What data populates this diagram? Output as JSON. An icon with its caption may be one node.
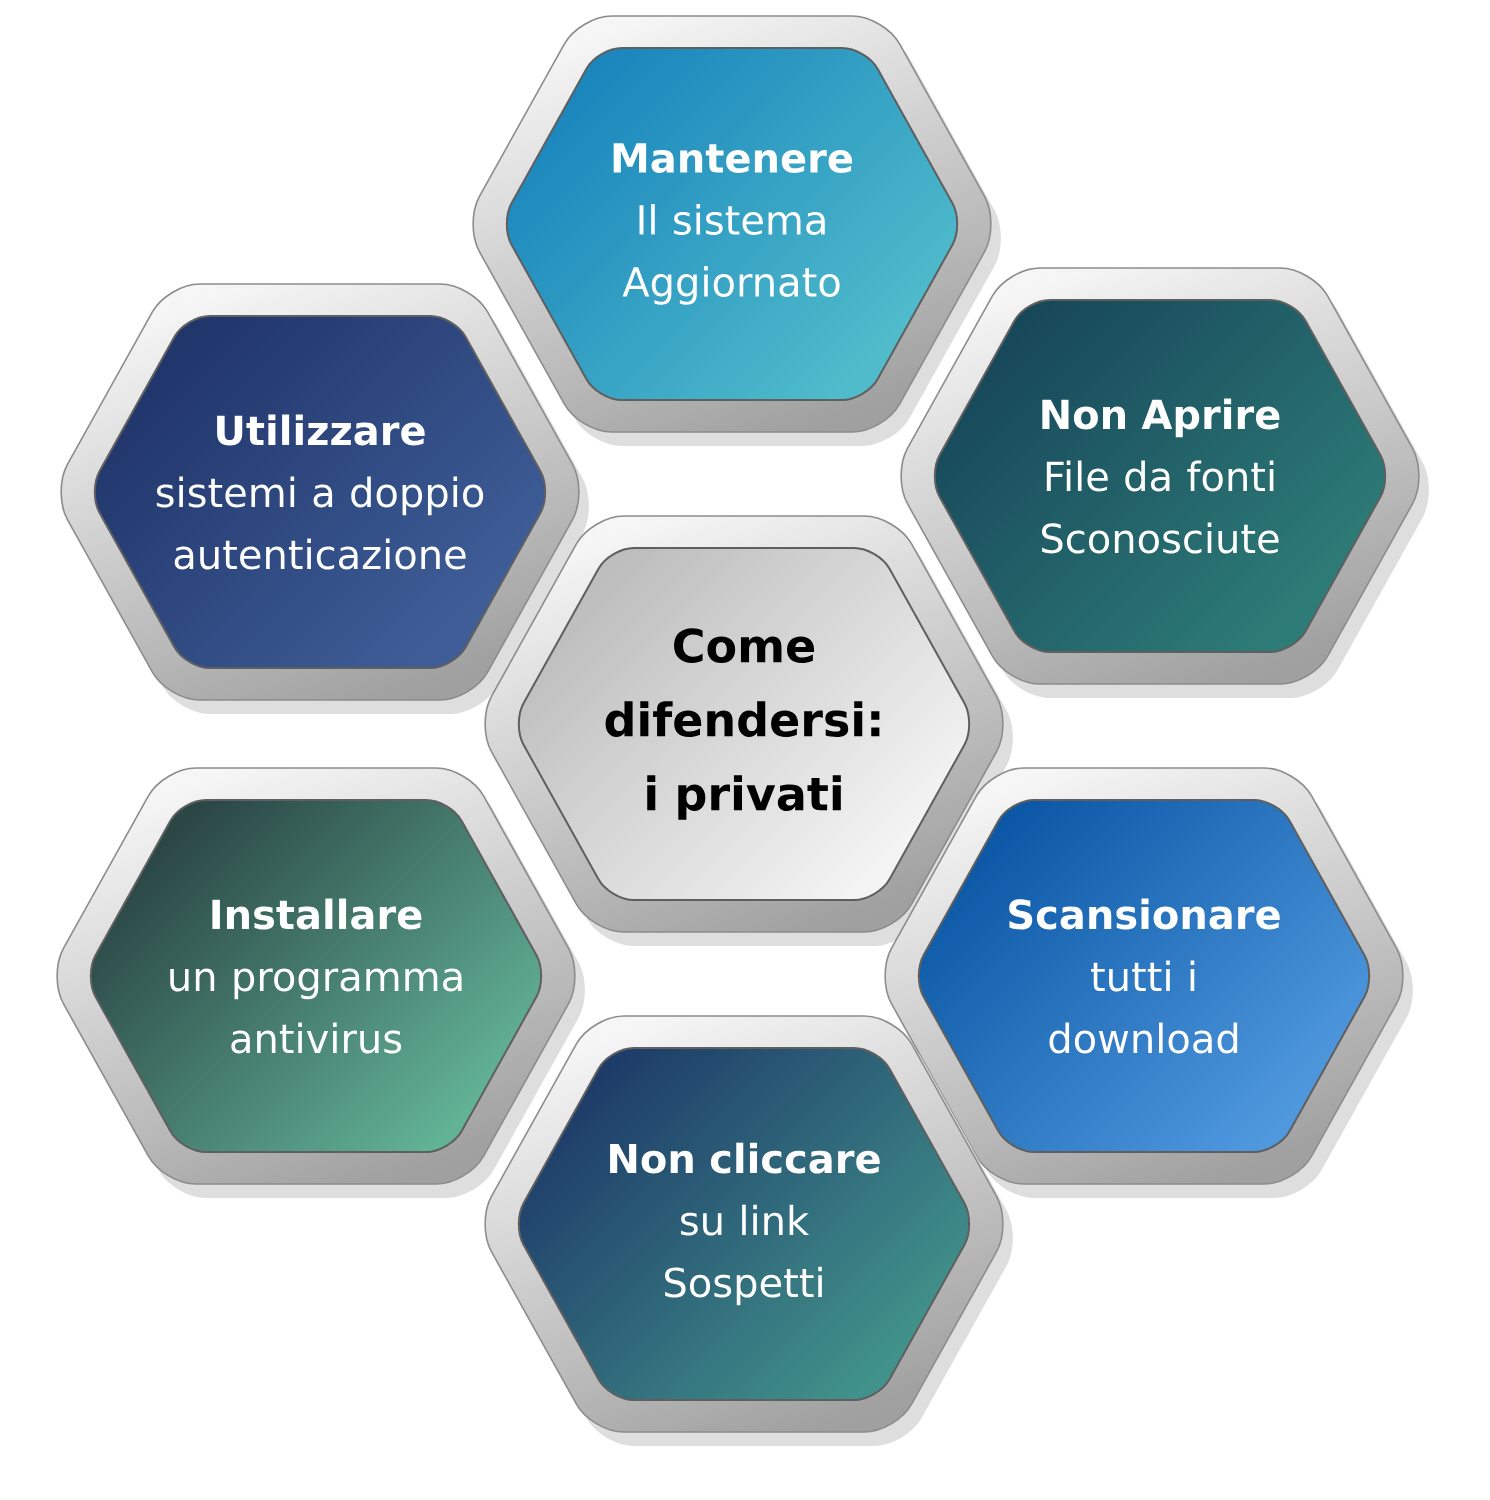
{
  "diagram": {
    "nodes": [
      {
        "text": [
          "Mantenere",
          "Il sistema Aggiornato"
        ]
      },
      {
        "text": [
          "Utilizzare",
          "sistemi a doppio autenticazione"
        ]
      },
      {
        "text": [
          "Non Aprire",
          "File da fonti Sconosciute"
        ]
      },
      {
        "text": [
          "Come difendersi: i privati"
        ]
      },
      {
        "text": [
          "Installare",
          "un programma antivirus"
        ]
      },
      {
        "text": [
          "Scansionare",
          "tutti i download"
        ]
      },
      {
        "text": [
          "Non cliccare",
          "su link Sospetti"
        ]
      }
    ]
  }
}
